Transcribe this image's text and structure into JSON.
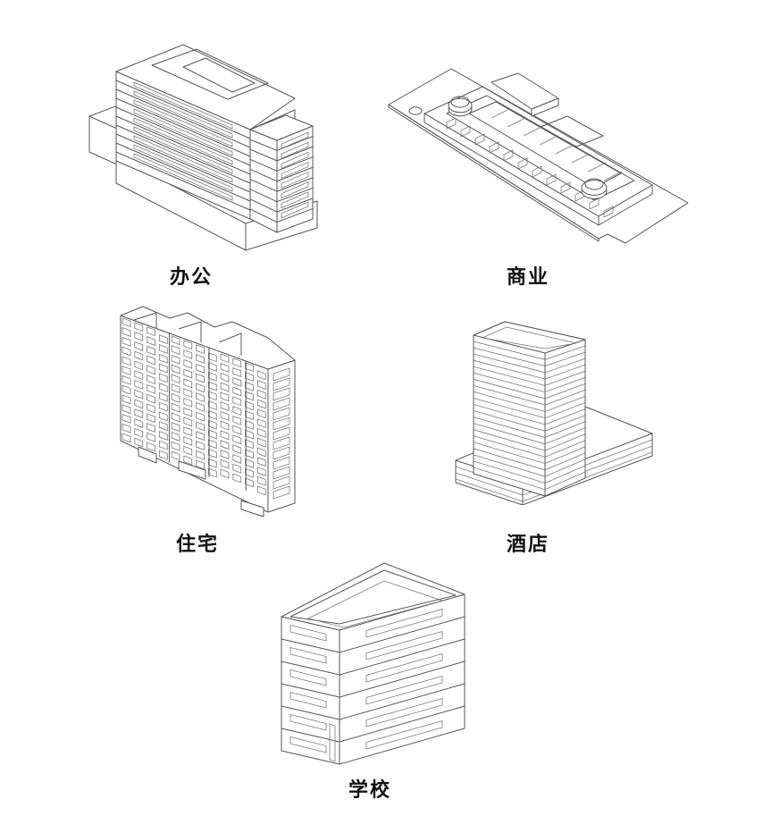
{
  "buildings": [
    {
      "id": "office",
      "label": "办公",
      "icon": "office-building-icon"
    },
    {
      "id": "commercial",
      "label": "商业",
      "icon": "commercial-building-icon"
    },
    {
      "id": "residential",
      "label": "住宅",
      "icon": "residential-building-icon"
    },
    {
      "id": "hotel",
      "label": "酒店",
      "icon": "hotel-building-icon"
    },
    {
      "id": "school",
      "label": "学校",
      "icon": "school-building-icon"
    }
  ]
}
